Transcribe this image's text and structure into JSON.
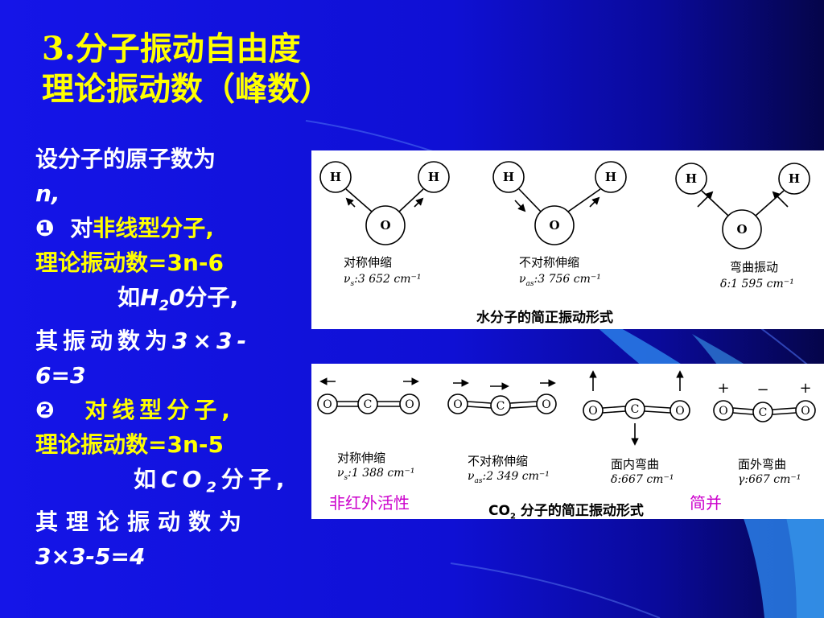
{
  "slide": {
    "title_line1": "3.分子振动自由度",
    "title_line2": "理论振动数（峰数）"
  },
  "body": {
    "l1": "设分子的原子数为",
    "l2": "n,",
    "b1_bullet": "❶",
    "b1_prefix": "对",
    "b1_yellow": "非线型分子,",
    "l4": "理论振动数=3n-6",
    "l5a": "如",
    "l5b": "H",
    "l5sub": "2",
    "l5c": "0",
    "l5d": "分子,",
    "l6a": "其振动数为",
    "l6b": "3×3-",
    "l7": "6=3",
    "b2_bullet": "❷",
    "b2_yellow": "对线型分子,",
    "l9": "理论振动数=3n-5",
    "l10a": "如",
    "l10b": "CO",
    "l10sub": "2",
    "l10c": "分子,",
    "l11": "其理论振动数为",
    "l12": "3×3-5=4"
  },
  "water_panel": {
    "atom_h": "H",
    "atom_o": "O",
    "modes": [
      {
        "name": "对称伸缩",
        "sym": "ν",
        "sub": "s",
        "value": ":3 652 cm⁻¹"
      },
      {
        "name": "不对称伸缩",
        "sym": "ν",
        "sub": "as",
        "value": ":3 756 cm⁻¹"
      },
      {
        "name": "弯曲振动",
        "sym": "δ",
        "sub": "",
        "value": ":1 595 cm⁻¹"
      }
    ],
    "caption": "水分子的简正振动形式"
  },
  "co2_panel": {
    "atom_o": "O",
    "atom_c": "C",
    "plus": "+",
    "minus": "−",
    "modes": [
      {
        "name": "对称伸缩",
        "sym": "ν",
        "sub": "s",
        "value": ":1 388 cm⁻¹"
      },
      {
        "name": "不对称伸缩",
        "sym": "ν",
        "sub": "as",
        "value": ":2 349 cm⁻¹"
      },
      {
        "name": "面内弯曲",
        "sym": "δ",
        "sub": "",
        "value": ":667 cm⁻¹"
      },
      {
        "name": "面外弯曲",
        "sym": "γ",
        "sub": "",
        "value": ":667 cm⁻¹"
      }
    ],
    "caption_pre": "CO",
    "caption_sub": "2",
    "caption_post": " 分子的简正振动形式",
    "note_inactive": "非红外活性",
    "note_degenerate": "简并"
  },
  "colors": {
    "background": "#1414e0",
    "title": "#ffff00",
    "text": "#ffffff",
    "highlight": "#ffff00",
    "note": "#cc00cc"
  }
}
